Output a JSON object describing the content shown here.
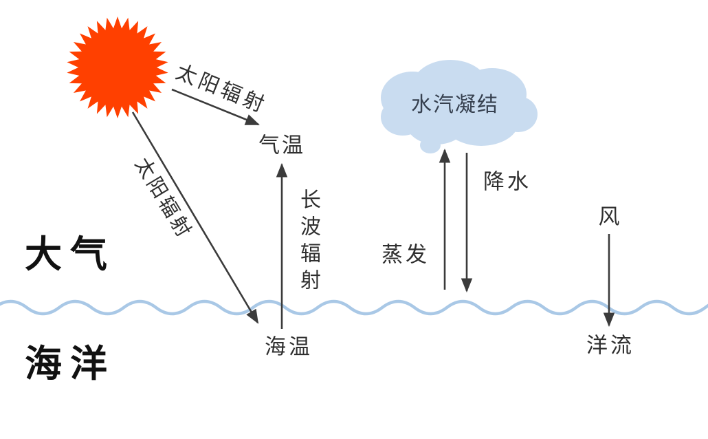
{
  "diagram": {
    "region_labels": {
      "atmosphere": "大气",
      "ocean": "海洋"
    },
    "process_labels": {
      "solar_radiation_upper": "太阳辐射",
      "solar_radiation_lower": "太阳辐射",
      "air_temperature": "气温",
      "longwave_radiation": "长波辐射",
      "sea_temperature": "海温",
      "water_vapor_condensation": "水汽凝结",
      "evaporation": "蒸发",
      "precipitation": "降水",
      "wind": "风",
      "ocean_current": "洋流"
    },
    "icons": {
      "sun": "sun-burst-icon",
      "cloud": "cloud-icon",
      "sea_surface": "wave-line"
    },
    "colors": {
      "sun": "#ff4000",
      "cloud_fill": "#c9dcf0",
      "wave_line": "#a9c8e6",
      "arrow": "#3b3b3b",
      "text": "#2f2f2f",
      "cloud_text": "#36404f",
      "region_text": "#111111",
      "background": "#ffffff"
    }
  }
}
